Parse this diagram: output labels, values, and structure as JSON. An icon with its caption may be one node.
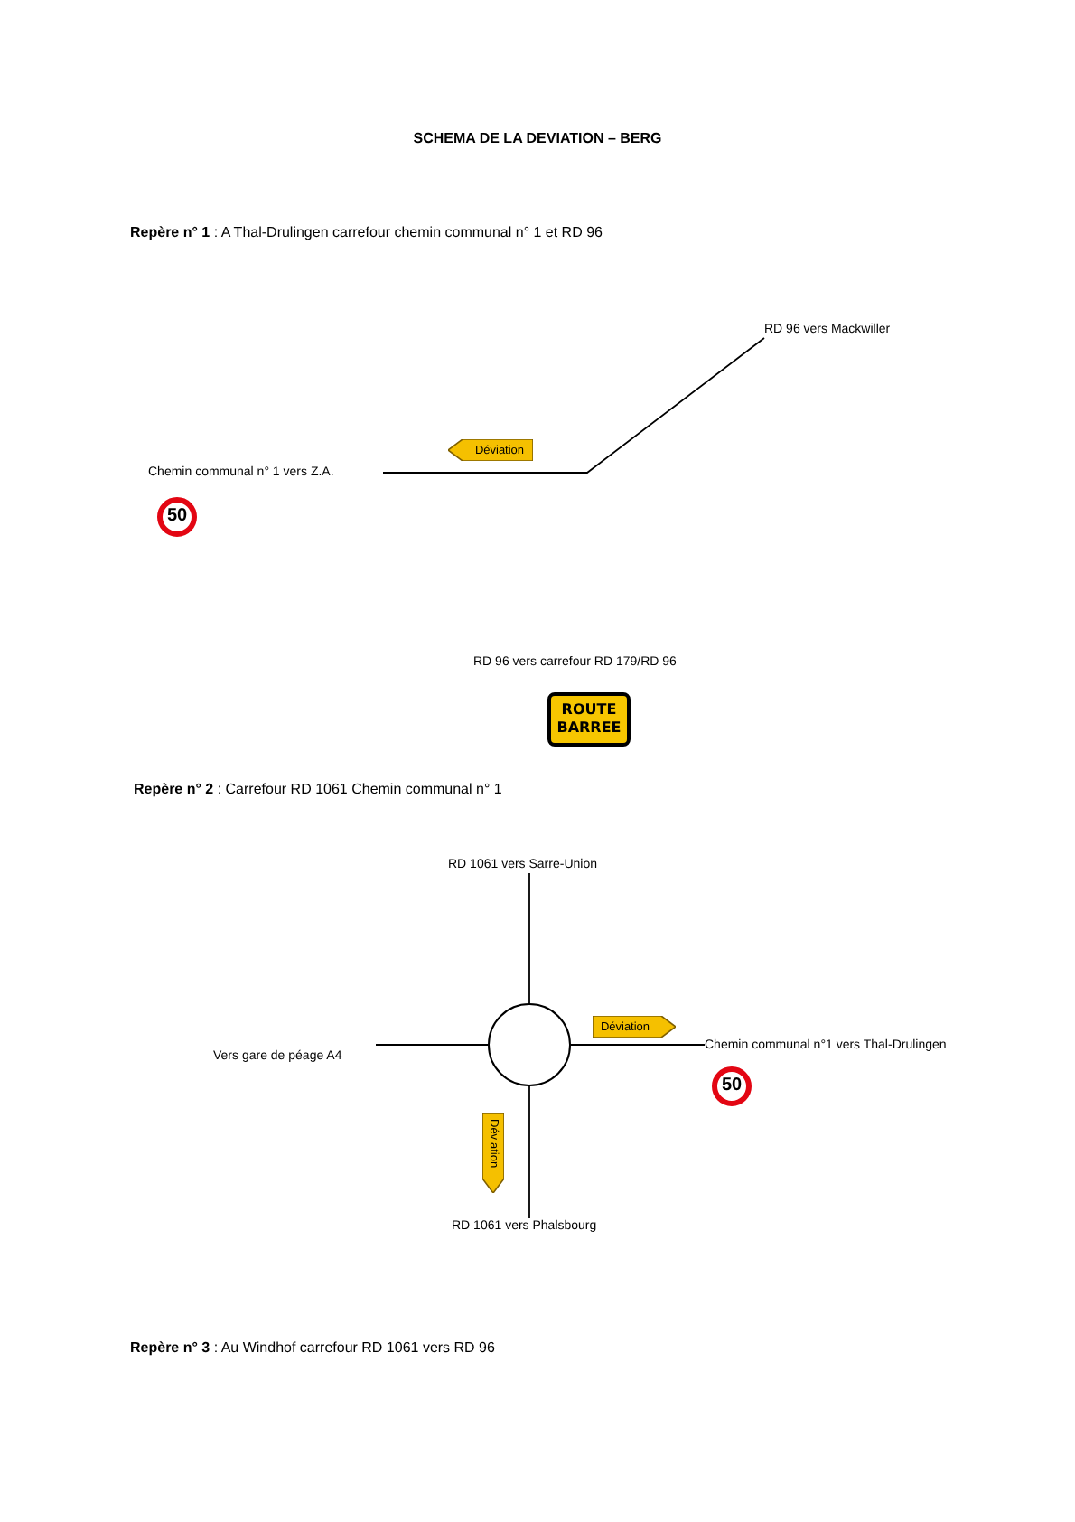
{
  "diagram": {
    "title": "SCHEMA DE LA DEVIATION – BERG",
    "nodes": [
      {
        "text": [
          "RD 96 vers Mackwiller"
        ]
      },
      {
        "text": [
          "Déviation"
        ]
      },
      {
        "text": [
          "Chemin communal n° 1 vers Z.A."
        ]
      },
      {
        "text": [
          "50"
        ]
      },
      {
        "text": [
          "ROUTE BARREE"
        ]
      },
      {
        "text": [
          "RD 1061 vers Sarre-Union"
        ]
      },
      {
        "text": [],
        "shape": "circle"
      },
      {
        "text": [
          "Vers gare de péage A4"
        ]
      },
      {
        "text": [
          "Déviation"
        ]
      },
      {
        "text": [
          "Chemin communal n°1 vers Thal-Drulingen"
        ]
      },
      {
        "text": [
          "50"
        ]
      },
      {
        "text": [
          "Déviation"
        ]
      },
      {
        "text": [
          "RD 1061 vers Phalsbourg"
        ]
      }
    ],
    "edges": [
      {
        "from": 2,
        "to": 0,
        "arrow": "none"
      },
      {
        "from": 6,
        "to": 5,
        "arrow": "none"
      },
      {
        "from": 6,
        "to": 7,
        "arrow": "none"
      },
      {
        "from": 6,
        "to": 9,
        "arrow": "none"
      },
      {
        "from": 6,
        "to": 12,
        "arrow": "none"
      }
    ],
    "labels": [
      "**Repère n° 1** : A Thal-Drulingen carrefour chemin communal n° 1 et RD 96",
      "RD 96 vers carrefour RD 179/RD 96",
      "**Repère n° 2** : Carrefour RD 1061 Chemin communal n° 1",
      "**Repère n° 3** : Au Windhof carrefour RD 1061 vers RD 96"
    ]
  }
}
